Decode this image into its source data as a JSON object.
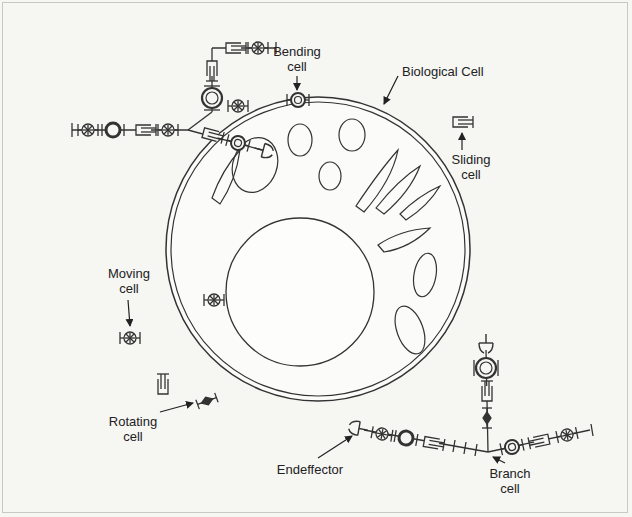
{
  "diagram": {
    "labels": [
      "Bending cell",
      "Biological Cell",
      "Sliding cell",
      "Moving cell",
      "Rotating cell",
      "Endeffector",
      "Branch cell"
    ]
  }
}
